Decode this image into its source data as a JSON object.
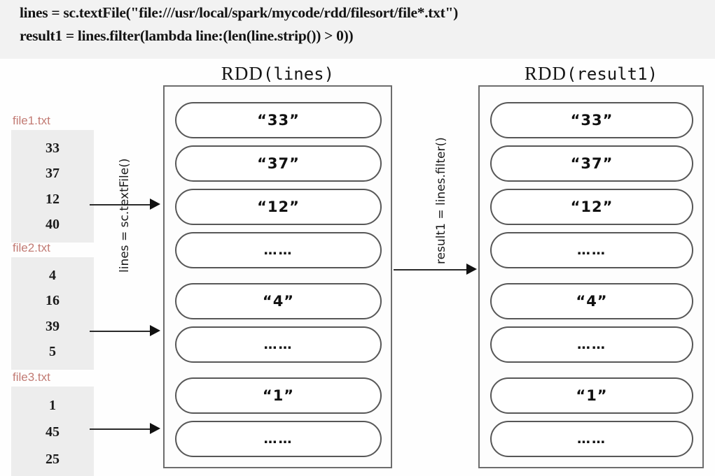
{
  "code": {
    "line1": "lines = sc.textFile(\"file:///usr/local/spark/mycode/rdd/filesort/file*.txt\")",
    "line2": "result1 = lines.filter(lambda line:(len(line.strip()) > 0))"
  },
  "files": [
    {
      "name": "file1.txt",
      "values": [
        "33",
        "37",
        "12",
        "40"
      ]
    },
    {
      "name": "file2.txt",
      "values": [
        "4",
        "16",
        "39",
        "5"
      ]
    },
    {
      "name": "file3.txt",
      "values": [
        "1",
        "45",
        "25"
      ]
    }
  ],
  "transforms": {
    "textfile_label": "lines = sc.textFile()",
    "filter_label": "result1 = lines.filter()"
  },
  "rdds": [
    {
      "title_prefix": "RDD",
      "title_name": "(lines)",
      "partitions": [
        "“33”",
        "“37”",
        "“12”",
        "……",
        "“4”",
        "……",
        "“1”",
        "……"
      ]
    },
    {
      "title_prefix": "RDD",
      "title_name": "(result1)",
      "partitions": [
        "“33”",
        "“37”",
        "“12”",
        "……",
        "“4”",
        "……",
        "“1”",
        "……"
      ]
    }
  ],
  "colors": {
    "file_label": "#c27b74",
    "file_box_bg": "#ededed",
    "code_bg": "#f2f2f2",
    "box_border": "#6d6d6d",
    "pill_border": "#575757"
  }
}
